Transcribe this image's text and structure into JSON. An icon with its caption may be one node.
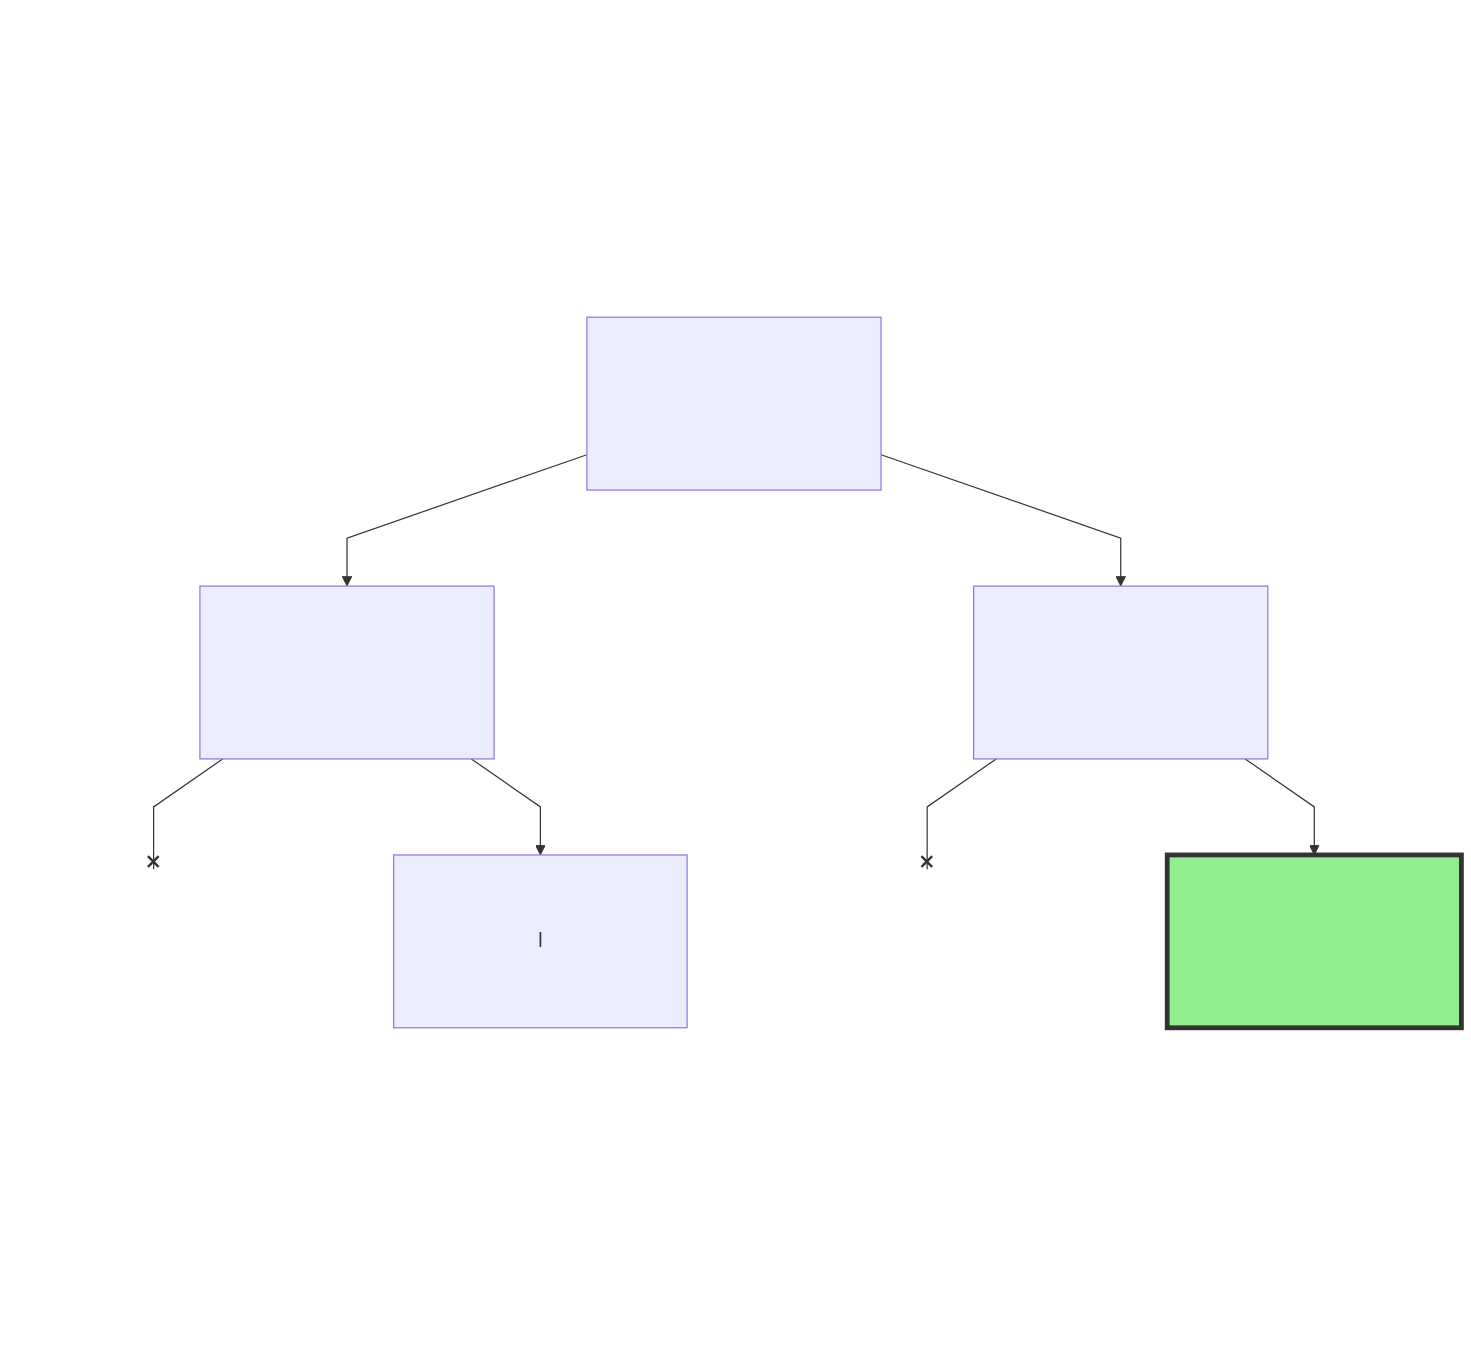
{
  "diagram": {
    "nodes": [
      {
        "text": [],
        "shape": "box"
      },
      {
        "text": [],
        "shape": "box"
      },
      {
        "text": [],
        "shape": "box"
      },
      {
        "text": [
          "l"
        ]
      },
      {
        "text": [],
        "shape": "box"
      }
    ],
    "edges": [
      {
        "from": 0,
        "to": 1,
        "arrow": "to"
      },
      {
        "from": 0,
        "to": 2,
        "arrow": "to"
      },
      {
        "from": 1,
        "to": null,
        "arrow": "other"
      },
      {
        "from": 1,
        "to": 3,
        "arrow": "to"
      },
      {
        "from": 2,
        "to": null,
        "arrow": "other"
      },
      {
        "from": 2,
        "to": 4,
        "arrow": "to"
      }
    ]
  }
}
